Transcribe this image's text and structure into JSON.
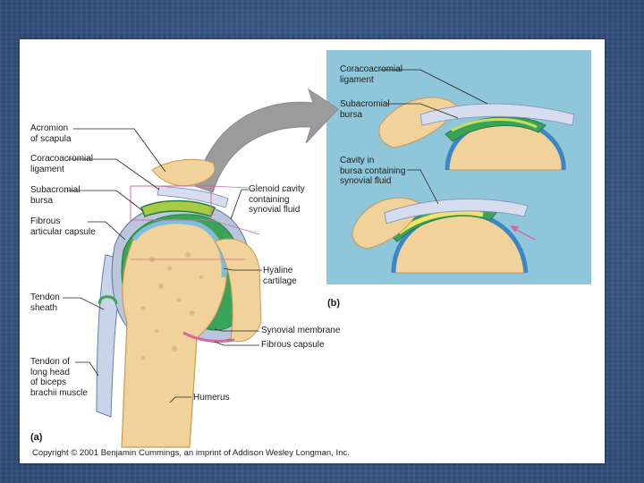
{
  "labels": {
    "acromion": "Acromion\nof scapula",
    "coracoacromial_a": "Coracoacromial\nligament",
    "subacromial_a": "Subacromial\nbursa",
    "fibrous_articular": "Fibrous\narticular capsule",
    "tendon_sheath": "Tendon\nsheath",
    "tendon_biceps": "Tendon of\nlong head\nof biceps\nbrachii muscle",
    "glenoid": "Glenoid cavity\ncontaining\nsynovial fluid",
    "hyaline": "Hyaline\ncartilage",
    "synovial_membrane": "Synovial membrane",
    "fibrous_capsule": "Fibrous capsule",
    "humerus": "Humerus",
    "coracoacromial_b": "Coracoacromial\nligament",
    "subacromial_b": "Subacromial\nbursa",
    "cavity_bursa": "Cavity in\nbursa containing\nsynovial fluid"
  },
  "panels": {
    "a": "(a)",
    "b": "(b)"
  },
  "copyright": "Copyright © 2001 Benjamin Cummings, an imprint of Addison Wesley Longman, Inc."
}
